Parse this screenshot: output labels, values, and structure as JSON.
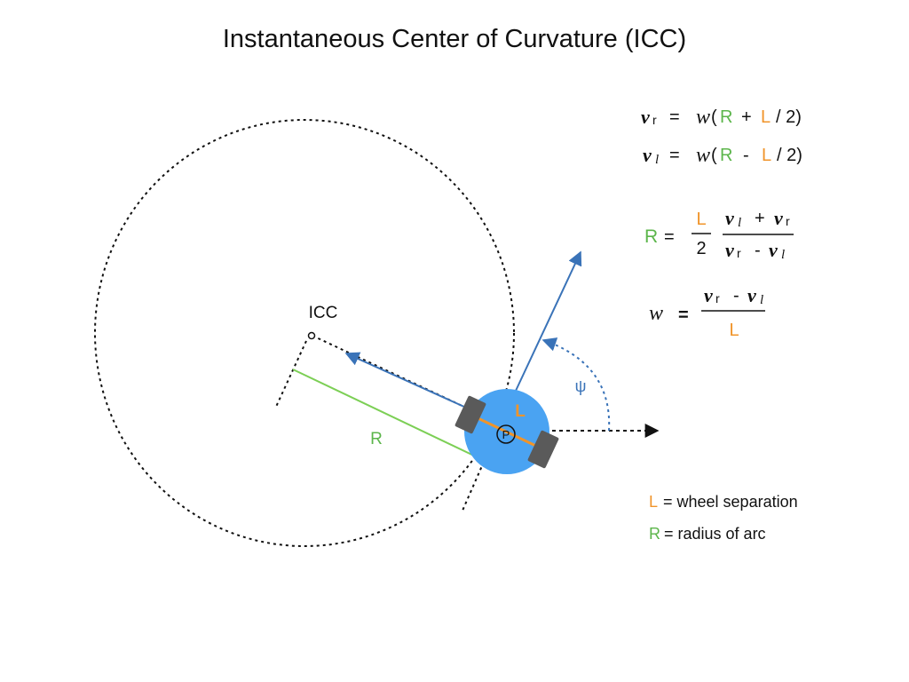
{
  "title": "Instantaneous Center of Curvature (ICC)",
  "colors": {
    "robot_body": "#4aa3f2",
    "wheel": "#5a5a5a",
    "axle": "#f0942a",
    "velocity_arrow": "#3a73b8",
    "radius_line": "#7ccf55",
    "R_label": "#5bb54a",
    "L_label": "#f0942a",
    "dotted": "#111111"
  },
  "labels": {
    "icc": "ICC",
    "radius": "R",
    "axle": "L",
    "center_point": "P",
    "angle": "ψ"
  },
  "equations": {
    "vr_lhs_v": "v",
    "vr_lhs_sub": "r",
    "vl_lhs_v": "v",
    "vl_lhs_sub": "l",
    "eq_sign": "=",
    "omega": "w",
    "open_paren": "(",
    "R": "R",
    "plus": "+",
    "minus": "-",
    "L": "L",
    "half_close": "/ 2)",
    "two": "2",
    "v": "v",
    "sub_l": "l",
    "sub_r": "r"
  },
  "legend": {
    "l_symbol": "L",
    "l_text": "= wheel separation",
    "r_symbol": "R",
    "r_text": "= radius of arc"
  }
}
